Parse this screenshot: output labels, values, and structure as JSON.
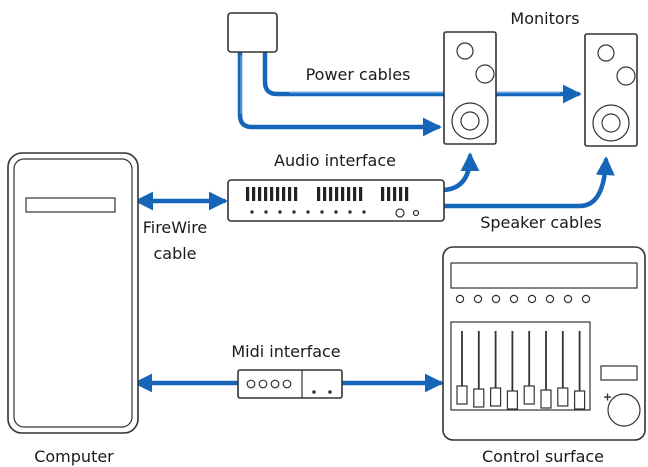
{
  "labels": {
    "monitors": "Monitors",
    "power_cables": "Power cables",
    "audio_interface": "Audio interface",
    "firewire_line1": "FireWire",
    "firewire_line2": "cable",
    "speaker_cables": "Speaker cables",
    "midi_interface": "Midi interface",
    "computer": "Computer",
    "control_surface": "Control surface"
  },
  "colors": {
    "cable": "#1565b8",
    "outline": "#333333",
    "background": "#ffffff"
  },
  "icons": [
    "power-outlet-icon",
    "speaker-icon",
    "audio-interface-icon",
    "computer-tower-icon",
    "midi-interface-icon",
    "control-surface-icon"
  ]
}
